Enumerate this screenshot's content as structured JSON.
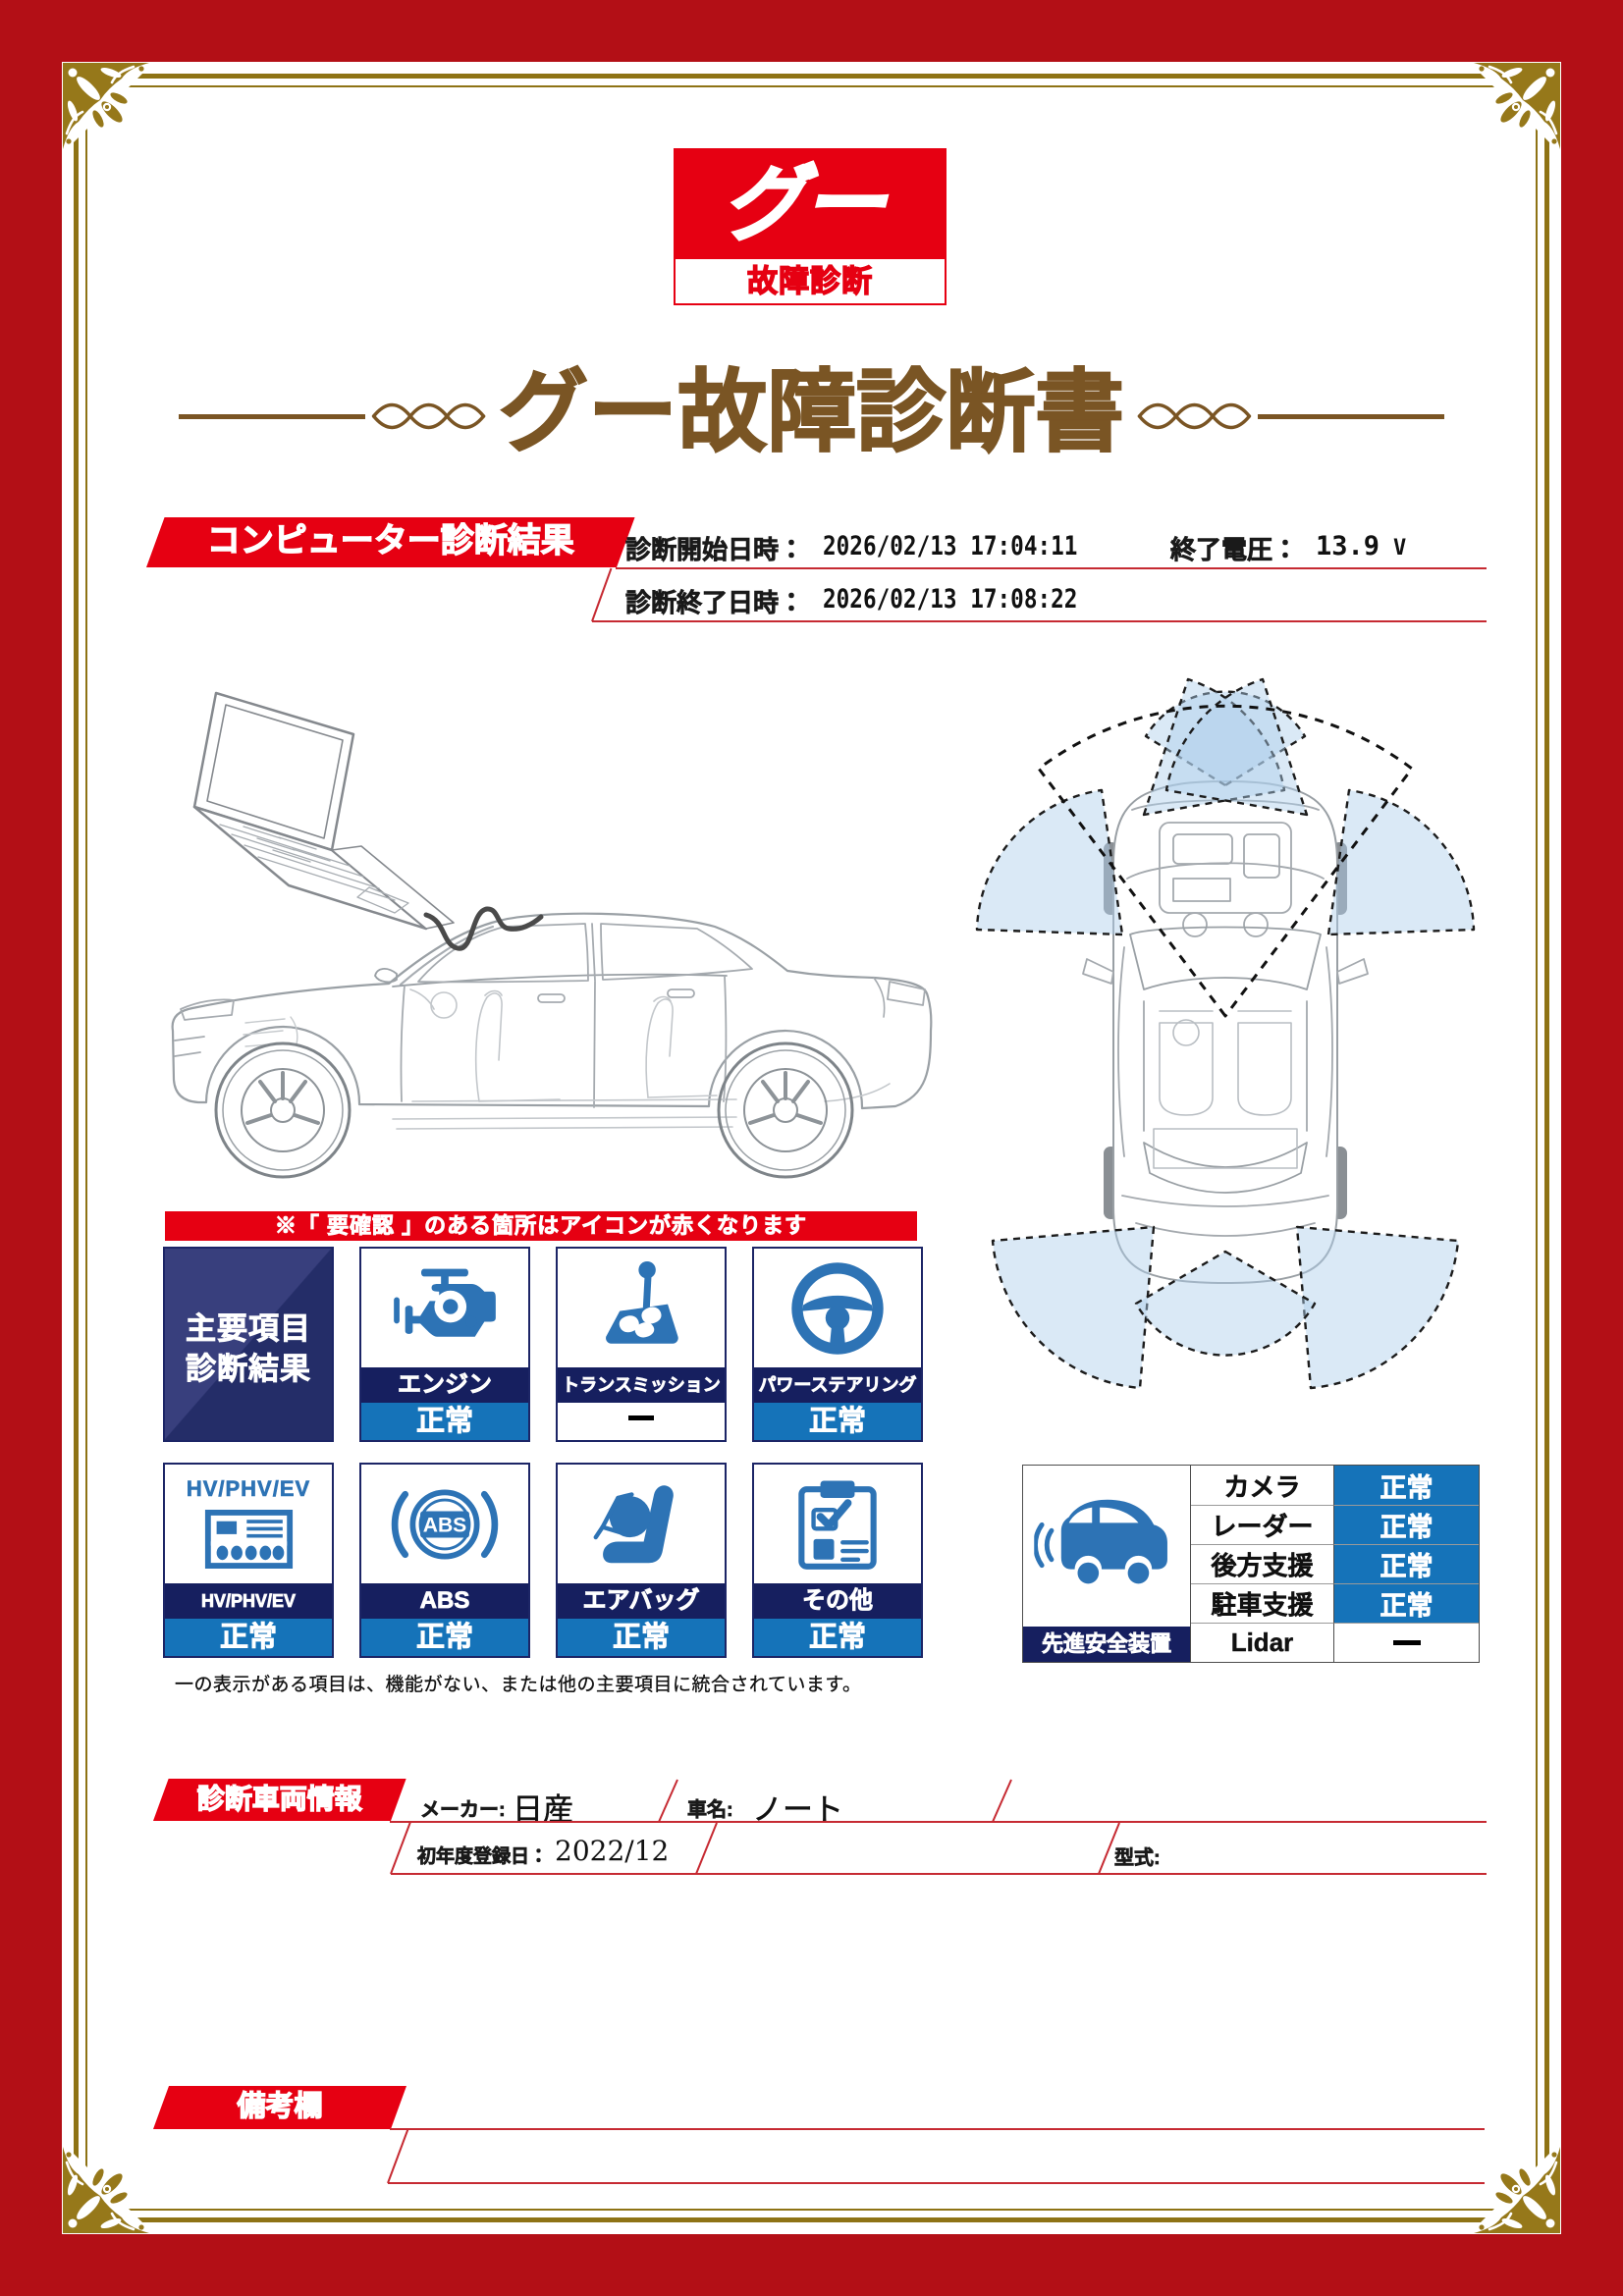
{
  "logo": {
    "main": "グー",
    "sub": "故障診断"
  },
  "title": "グー故障診断書",
  "computer_diagnosis": {
    "section_label": "コンピューター診断結果",
    "start_label": "診断開始日時：",
    "start_value": "2026/02/13 17:04:11",
    "end_label": "診断終了日時：",
    "end_value": "2026/02/13 17:08:22",
    "voltage_label": "終了電圧：",
    "voltage_value": "13.9",
    "voltage_unit": "V"
  },
  "notice": "※「 要確認 」のある箇所はアイコンが赤くなります",
  "main_items": {
    "header_line1": "主要項目",
    "header_line2": "診断結果",
    "tiles": [
      {
        "icon": "engine-icon",
        "label": "エンジン",
        "status": "正常",
        "status_type": "ok"
      },
      {
        "icon": "transmission-icon",
        "label": "トランスミッション",
        "status": "ー",
        "status_type": "none"
      },
      {
        "icon": "steering-icon",
        "label": "パワーステアリング",
        "status": "正常",
        "status_type": "ok"
      },
      {
        "icon": "hv-icon",
        "label": "HV/PHV/EV",
        "status": "正常",
        "status_type": "ok",
        "icon_caption": "HV/PHV/EV"
      },
      {
        "icon": "abs-icon",
        "label": "ABS",
        "status": "正常",
        "status_type": "ok"
      },
      {
        "icon": "airbag-icon",
        "label": "エアバッグ",
        "status": "正常",
        "status_type": "ok"
      },
      {
        "icon": "other-icon",
        "label": "その他",
        "status": "正常",
        "status_type": "ok"
      }
    ],
    "note": "一の表示がある項目は、機能がない、または他の主要項目に統合されています。"
  },
  "safety": {
    "header": "先進安全装置",
    "rows": [
      {
        "label": "カメラ",
        "status": "正常",
        "status_type": "ok"
      },
      {
        "label": "レーダー",
        "status": "正常",
        "status_type": "ok"
      },
      {
        "label": "後方支援",
        "status": "正常",
        "status_type": "ok"
      },
      {
        "label": "駐車支援",
        "status": "正常",
        "status_type": "ok"
      },
      {
        "label": "Lidar",
        "status": "ー",
        "status_type": "none"
      }
    ]
  },
  "vehicle_info": {
    "section_label": "診断車両情報",
    "maker_label": "メーカー:",
    "maker_value": "日産",
    "name_label": "車名:",
    "name_value": "ノート",
    "first_reg_label": "初年度登録日：",
    "first_reg_value": "2022/12",
    "model_label": "型式:",
    "model_value": ""
  },
  "remarks": {
    "section_label": "備考欄",
    "content": ""
  },
  "colors": {
    "frame_red": "#b30f16",
    "accent_red": "#e60012",
    "line_red": "#c62a32",
    "navy": "#161f5f",
    "status_blue": "#1573b9",
    "icon_blue": "#2d73b5",
    "gold": "#8e7315",
    "title_brown": "#7a5524"
  }
}
